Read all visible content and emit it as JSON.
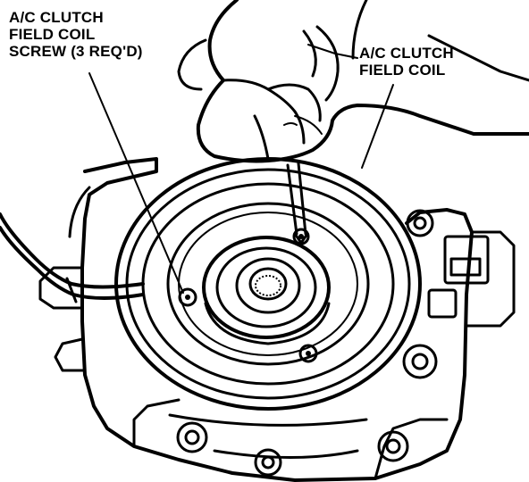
{
  "labels": {
    "screw": {
      "line1": "A/C CLUTCH",
      "line2": "FIELD COIL",
      "line3": "SCREW (3 REQ'D)"
    },
    "coil": {
      "line1": "A/C CLUTCH",
      "line2": "FIELD COIL"
    }
  },
  "colors": {
    "ink": "#000000",
    "paper": "#ffffff"
  }
}
